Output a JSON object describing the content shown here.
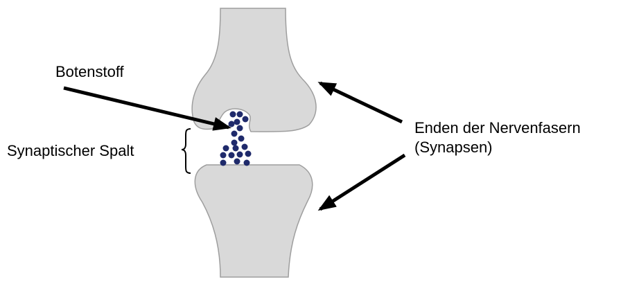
{
  "labels": {
    "botenstoff": "Botenstoff",
    "spalt": "Synaptischer Spalt",
    "enden_line1": "Enden der Nervenfasern",
    "enden_line2": "(Synapsen)"
  },
  "colors": {
    "fiber_fill": "#d9d9d9",
    "fiber_stroke": "#a6a6a6",
    "vesicle": "#1f2a6b",
    "arrow": "#000000",
    "text": "#000000"
  }
}
